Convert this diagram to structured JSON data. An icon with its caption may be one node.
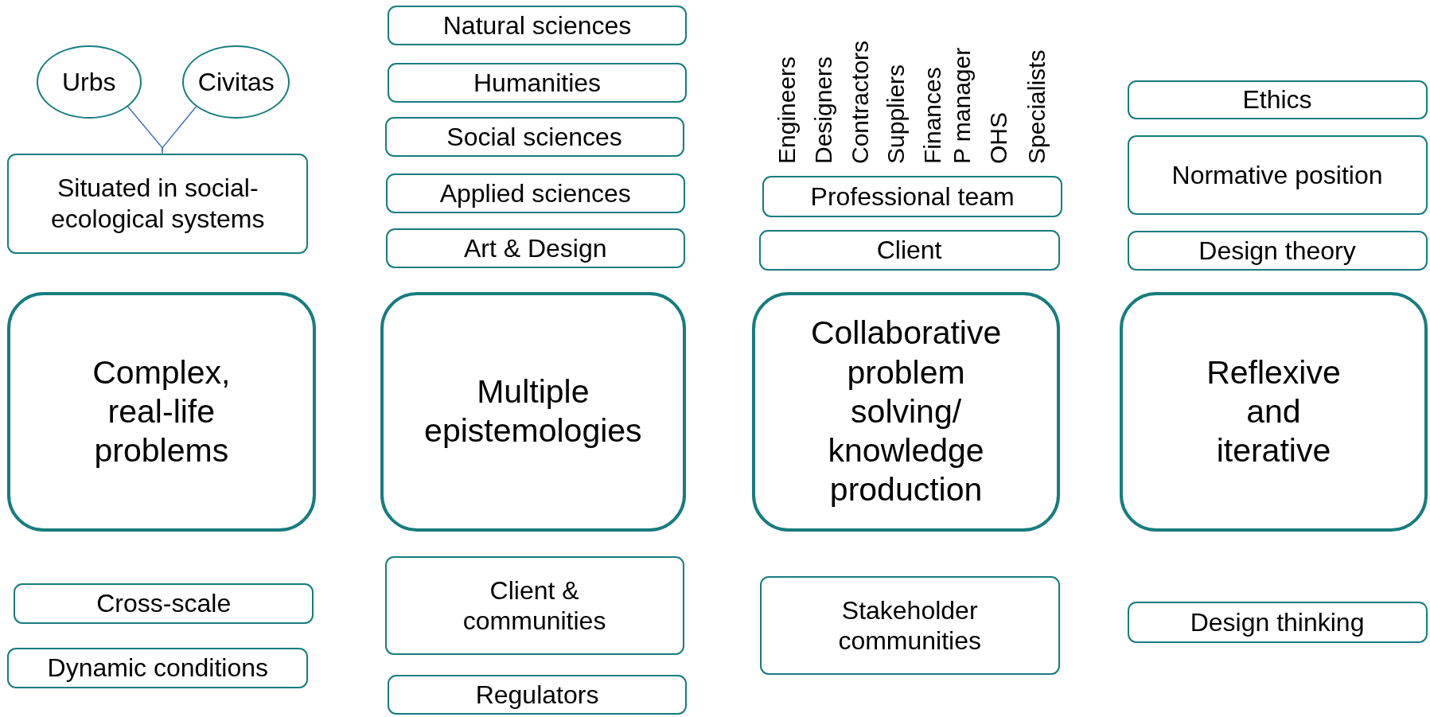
{
  "diagram": {
    "nodes": [
      {
        "text": [
          "Urbs"
        ]
      },
      {
        "text": [
          "Civitas"
        ]
      },
      {
        "text": [
          "Situated in social-ecological systems"
        ]
      },
      {
        "text": [
          "Complex, real-life problems"
        ]
      },
      {
        "text": [
          "Cross-scale"
        ]
      },
      {
        "text": [
          "Dynamic conditions"
        ]
      },
      {
        "text": [
          "Natural sciences"
        ]
      },
      {
        "text": [
          "Humanities"
        ]
      },
      {
        "text": [
          "Social sciences"
        ]
      },
      {
        "text": [
          "Applied sciences"
        ]
      },
      {
        "text": [
          "Art & Design"
        ]
      },
      {
        "text": [
          "Multiple epistemologies"
        ]
      },
      {
        "text": [
          "Client & communities"
        ]
      },
      {
        "text": [
          "Regulators"
        ]
      },
      {
        "text": [
          "Professional team"
        ]
      },
      {
        "text": [
          "Client"
        ]
      },
      {
        "text": [
          "Collaborative problem solving/ knowledge production"
        ]
      },
      {
        "text": [
          "Stakeholder communities"
        ]
      },
      {
        "text": [
          "Ethics"
        ]
      },
      {
        "text": [
          "Normative position"
        ]
      },
      {
        "text": [
          "Design theory"
        ]
      },
      {
        "text": [
          "Reflexive and iterative"
        ]
      },
      {
        "text": [
          "Design thinking"
        ]
      }
    ],
    "edges": [
      {
        "from": 0,
        "to": 2,
        "arrow": "none"
      },
      {
        "from": 1,
        "to": 2,
        "arrow": "none"
      }
    ],
    "labels": [
      "Engineers",
      "Designers",
      "Contractors",
      "Suppliers",
      "Finances",
      "P manager",
      "OHS",
      "Specialists"
    ]
  }
}
